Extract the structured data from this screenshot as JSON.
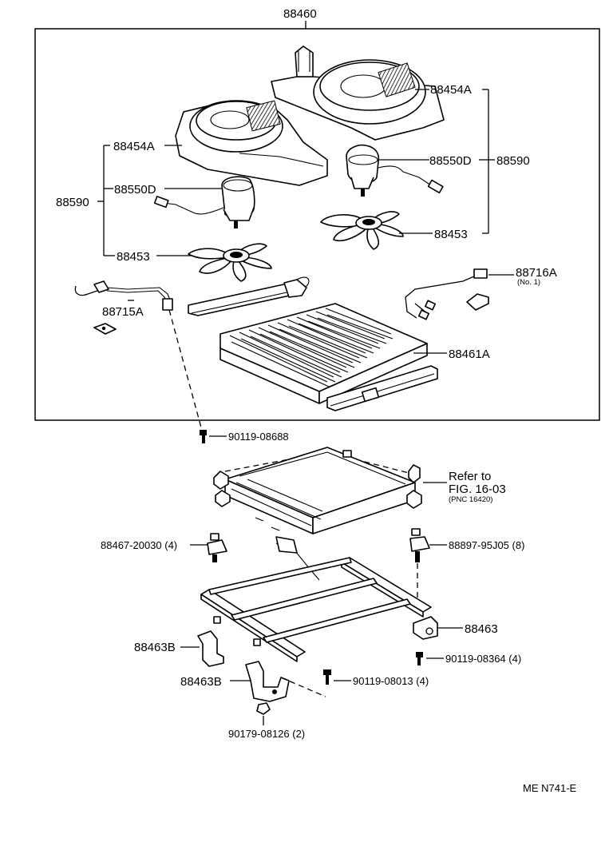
{
  "diagram": {
    "labels": {
      "assembly_top": "88460",
      "cover_right": "88454A",
      "cover_left": "88454A",
      "motor_right": "88550D",
      "motor_left": "88550D",
      "blower_group_right": "88590",
      "blower_group_left": "88590",
      "fan_right": "88453",
      "fan_left": "88453",
      "harness_left": "88715A",
      "harness_right": "88716A",
      "harness_right_note": "(No. 1)",
      "evaporator": "88461A",
      "bolt_top": "90119-08688",
      "refer_line1": "Refer to",
      "refer_line2": "FIG. 16-03",
      "refer_line3": "(PNC  16420)",
      "cushion_left": "88467-20030 (4)",
      "cushion_right": "88897-95J05 (8)",
      "bracket_frame": "88463",
      "bracket_b_upper": "88463B",
      "bracket_b_lower": "88463B",
      "bolt_right": "90119-08364 (4)",
      "bolt_center": "90119-08013 (4)",
      "nut_bottom": "90179-08126 (2)",
      "figure_code": "ME  N741-E"
    }
  }
}
